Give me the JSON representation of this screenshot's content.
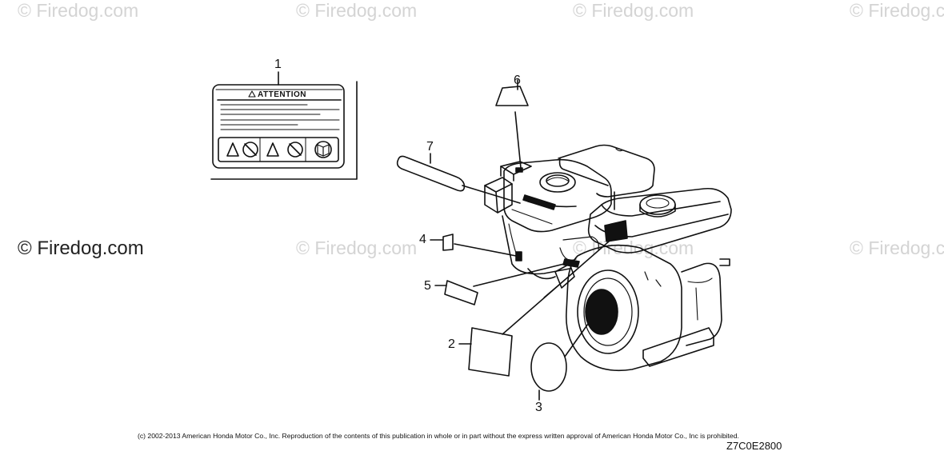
{
  "watermarks": {
    "top": [
      "© Firedog.com",
      "© Firedog.com",
      "© Firedog.com",
      "© Firedog.com"
    ],
    "middle": [
      "© Firedog.com",
      "© Firedog.com",
      "© Firedog.com"
    ],
    "prominent": "© Firedog.com"
  },
  "label_1": {
    "title": "ATTENTION"
  },
  "callouts": [
    "1",
    "2",
    "3",
    "4",
    "5",
    "6",
    "7"
  ],
  "footer": {
    "copyright": "(c) 2002-2013 American Honda Motor Co., Inc. Reproduction of the contents of this publication in whole or in part without the express written approval of American Honda Motor Co., Inc is prohibited.",
    "drawing_code": "Z7C0E2800"
  },
  "colors": {
    "line": "#111111",
    "watermark": "#d4d4d4"
  }
}
